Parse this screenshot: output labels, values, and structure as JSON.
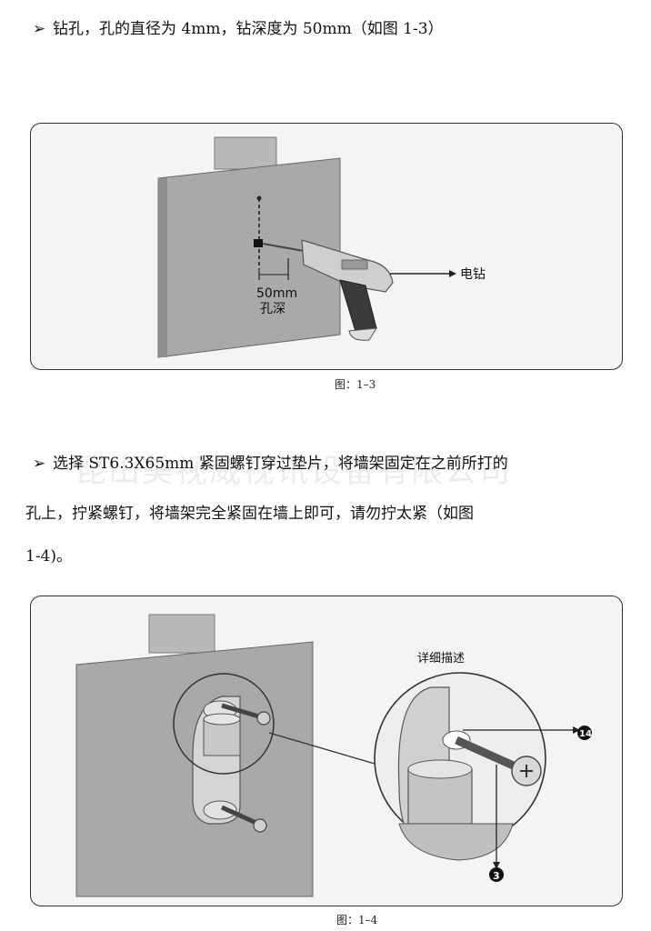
{
  "step1": {
    "bullet": "➢",
    "text": "钻孔，孔的直径为 4mm，钻深度为 50mm（如图 1-3）"
  },
  "figure1": {
    "drill_label": "电钻",
    "depth_value": "50mm",
    "depth_label": "孔深",
    "caption": "图：1–3"
  },
  "step2": {
    "bullet": "➢",
    "line1": "选择 ST6.3X65mm 紧固螺钉穿过垫片，将墙架固定在之前所打的",
    "line2": "孔上，拧紧螺钉，将墙架完全紧固在墙上即可，请勿拧太紧（如图",
    "line3": "1-4)。"
  },
  "watermark": "昆山美视威视讯设备有限公司",
  "figure2": {
    "detail_label": "详细描述",
    "callout_washer": "14",
    "callout_screw": "3",
    "caption": "图：1–4"
  }
}
